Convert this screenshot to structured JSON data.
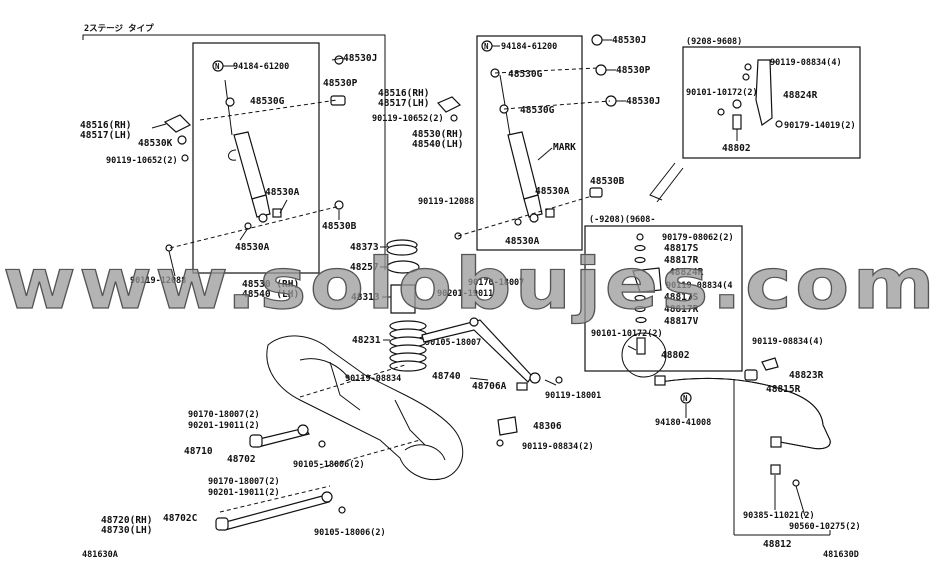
{
  "stage_label": "2ステージ タイプ",
  "left_box": {
    "note_n": "94184-61200",
    "p_48530J": "48530J",
    "p_48530P": "48530P",
    "p_48530G": "48530G",
    "p_48516": "48516(RH)",
    "p_48517": "48517(LH)",
    "p_48530K": "48530K",
    "p_90119_10652": "90119-10652(2)",
    "p_48530A_1": "48530A",
    "p_48530B": "48530B",
    "p_48530A_2": "48530A",
    "p_90119_12088": "90119-12088",
    "p_48530": "48530 (RH)",
    "p_48540": "48540 (LH)"
  },
  "middle_box": {
    "note_n": "94184-61200",
    "p_48530J_top": "48530J",
    "p_48530G": "48530G",
    "p_48530P": "48530P",
    "p_48530G_2": "48530G",
    "p_48530J_2": "48530J",
    "p_48516": "48516(RH)",
    "p_48517": "48517(LH)",
    "p_90119_10652": "90119-10652(2)",
    "p_48530": "48530(RH)",
    "p_48540": "48540(LH)",
    "mark": "MARK",
    "p_48530A_1": "48530A",
    "p_48530B": "48530B",
    "p_90119_12088": "90119-12088",
    "p_48530A_2": "48530A"
  },
  "springs": {
    "p_48373": "48373",
    "p_48257": "48257",
    "p_48313": "48313",
    "p_48231": "48231",
    "p_90170_18007": "90170-18007",
    "p_90201_19011": "90201-19011",
    "p_90105_18007": "90105-18007"
  },
  "top_right_box": {
    "date": "(9208-9608)",
    "p_90119_08834": "90119-08834(4)",
    "p_90101_10172": "90101-10172(2)",
    "p_48824R": "48824R",
    "p_90179_14019": "90179-14019(2)",
    "p_48802": "48802"
  },
  "mid_right_box": {
    "date": "(-9208)(9608-",
    "p_90179_08062": "90179-08062(2)",
    "p_48817S_1": "48817S",
    "p_48817R_1": "48817R",
    "p_48824R": "48824R",
    "p_90119_08834": "90119-08834(4",
    "p_48817S_2": "48817S",
    "p_48817R_2": "48817R",
    "p_48817V": "48817V",
    "p_90101_10172": "90101-10172(2)",
    "p_48802": "48802"
  },
  "lower": {
    "p_90119_08834_a": "90119-08834",
    "p_48740": "48740",
    "p_48706A": "48706A",
    "p_90119_18001": "90119-18001",
    "p_90170_18007_2": "90170-18007(2)",
    "p_90201_19011_2": "90201-19011(2)",
    "p_48710": "48710",
    "p_48702": "48702",
    "p_90105_18006_2": "90105-18006(2)",
    "p_90170_18007_2b": "90170-18007(2)",
    "p_90201_19011_2b": "90201-19011(2)",
    "p_48720": "48720(RH)",
    "p_48730": "48730(LH)",
    "p_48702C": "48702C",
    "p_90105_18006_2b": "90105-18006(2)",
    "p_48306": "48306",
    "p_90119_08834_2": "90119-08834(2)",
    "p_94180_41008": "94180-41008",
    "p_90119_08834_4": "90119-08834(4)",
    "p_48823R": "48823R",
    "p_48815R": "48815R",
    "p_90385_11021": "90385-11021(2)",
    "p_90560_10275": "90560-10275(2)",
    "p_48812": "48812"
  },
  "codes": {
    "left": "481630A",
    "right": "481630D"
  },
  "watermark": "www.solobujes.com"
}
